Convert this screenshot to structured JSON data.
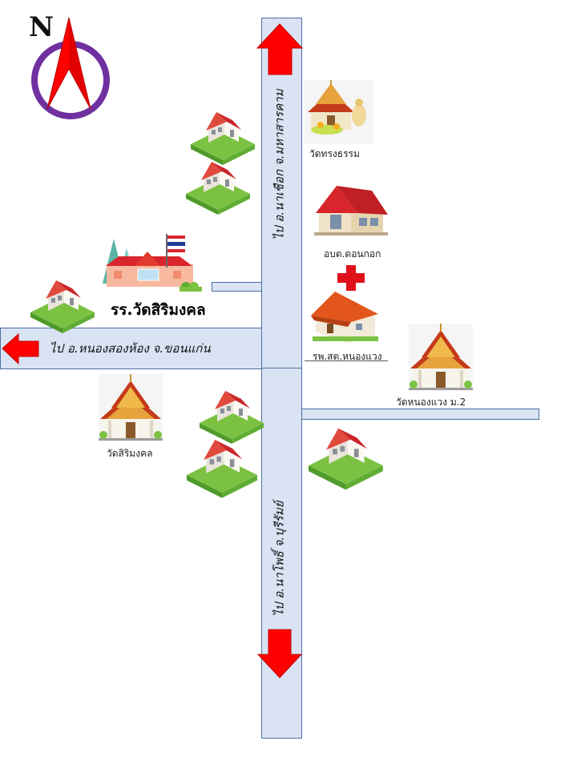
{
  "compass": {
    "letter": "N"
  },
  "roads": {
    "north_label": "ไป อ.นาเชือก  จ.มหาสารคาม",
    "south_label": "ไป อ.นาโพธิ์  จ.บุรีรัมย์",
    "west_label": "ไป อ.หนองสองห้อง  จ.ขอนแก่น"
  },
  "places": {
    "school": "รร.วัดสิริมงคล",
    "wat_song_tham": "วัดทรงธรรม",
    "sao_office": "อบต.ดอนกอก",
    "health_center": "รพ.สต.หนองแวง",
    "wat_nong_waeng": "วัดหนองแวง ม.2",
    "wat_siri_mongkhon": "วัดสิริมงคล"
  },
  "colors": {
    "road_fill": "#dae3f3",
    "road_border": "#4a6fa5",
    "arrow_red": "#ff0000",
    "compass_ring": "#7030a0",
    "roof_red": "#d8262c",
    "grass_green": "#7cc242"
  }
}
